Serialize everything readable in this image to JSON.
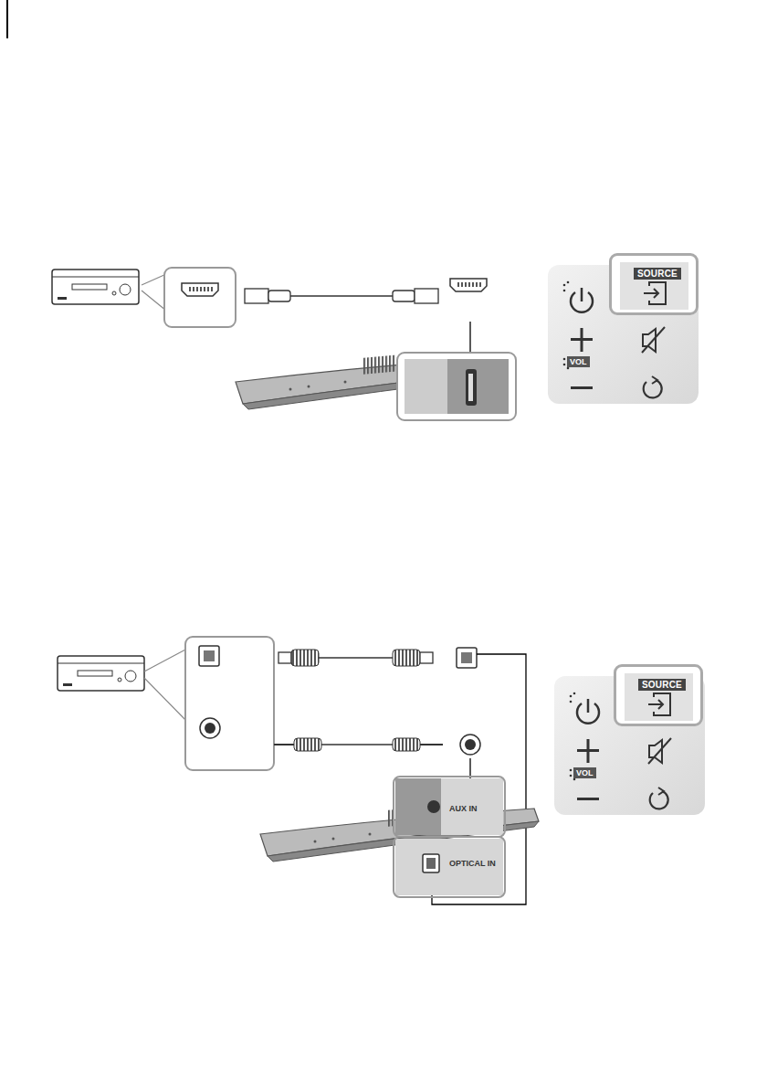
{
  "diagram": {
    "nodes": [
      {
        "text": [
          "SOURCE"
        ]
      },
      {
        "text": [
          "VOL"
        ]
      },
      {
        "text": [
          "SOURCE"
        ]
      },
      {
        "text": [
          "VOL"
        ]
      },
      {
        "text": [
          "AUX IN"
        ]
      },
      {
        "text": [
          "OPTICAL IN"
        ]
      }
    ]
  }
}
